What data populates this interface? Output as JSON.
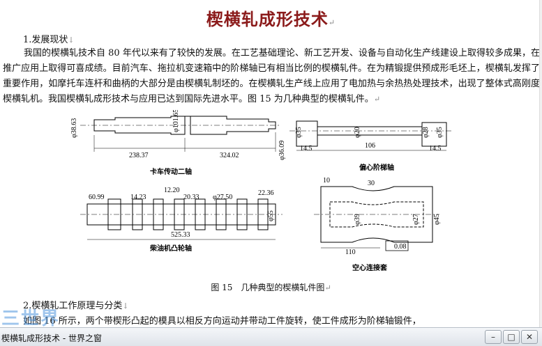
{
  "document": {
    "title": "楔横轧成形技术",
    "section1_heading": "1.发展现状",
    "paragraph1": "我国的楔横轧技术自 80 年代以来有了较快的发展。在工艺基础理论、新工艺开发、设备与自动化生产线建设上取得较多成果，在推广应用上取得可喜成绩。目前汽车、拖拉机变速箱中的阶梯轴已有相当比例的楔横轧件。在为精锻提供预成形毛坯上，楔横轧发挥了重要作用，如摩托车连杆和曲柄的大部分是由楔横轧制坯的。在楔横轧生产线上应用了电加热与余热热处理技术，出现了整体式高刚度楔横轧机。我国楔横轧成形技术与应用已达到国际先进水平。图 15 为几种典型的楔横轧件。",
    "figure_caption": "图 15　几种典型的楔横轧件图",
    "section2_heading": "2.楔横轧工作原理与分类",
    "paragraph2_visible": "如图 16 所示，两个带楔形凸起的模具以相反方向运动并带动工件旋转，使工件成形为阶梯轴锻件，",
    "paragraph_mark": "↵",
    "list_mark": "↓"
  },
  "figure": {
    "part1": {
      "name": "卡车传动二轴",
      "dims": [
        "φ38.63",
        "φ101.65",
        "238.37",
        "324.02",
        "φ36.09"
      ]
    },
    "part2": {
      "name": "偏心阶梯轴",
      "dims": [
        "φ35",
        "φ20",
        "φ28",
        "φ35",
        "14.5",
        "106",
        "14.5"
      ]
    },
    "part3": {
      "name": "柴油机凸轮轴",
      "dims": [
        "60.99",
        "14.23",
        "12.20",
        "20.33",
        "φ27.50",
        "22.36",
        "φ55",
        "525.33"
      ]
    },
    "part4": {
      "name": "空心连接套",
      "dims": [
        "10",
        "30",
        "φ39",
        "φ27",
        "φ45",
        "110",
        "0.08"
      ]
    }
  },
  "watermark": "三世界",
  "taskbar": {
    "title": "楔横轧成形技术 - 世界之窗",
    "minimize": "–",
    "maximize": "□",
    "close": "✕"
  }
}
